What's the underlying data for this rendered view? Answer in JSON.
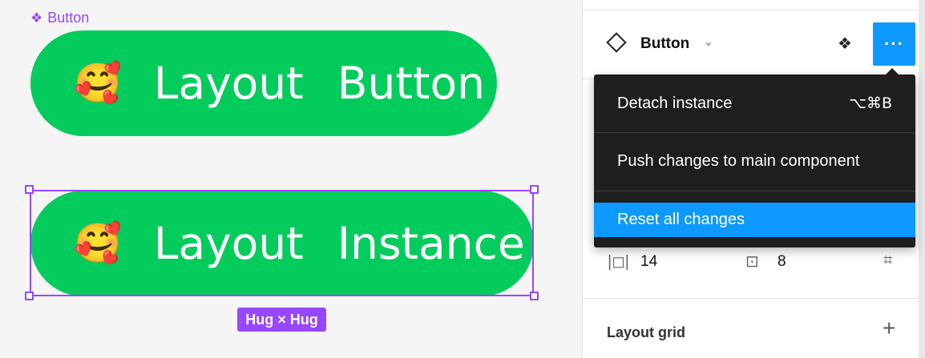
{
  "canvas": {
    "component_label": "Button",
    "button1": {
      "emoji": "🥰",
      "word1": "Layout",
      "word2": "Button"
    },
    "button2": {
      "emoji": "🥰",
      "word1": "Layout",
      "word2": "Instance"
    },
    "hug_label": "Hug × Hug"
  },
  "panel": {
    "component_name": "Button",
    "more_label": "···",
    "padding_horizontal": "14",
    "padding_vertical": "8",
    "layout_grid_label": "Layout grid",
    "layout_grid_add": "+"
  },
  "menu": {
    "items": [
      {
        "label": "Detach instance",
        "shortcut": "⌥⌘B"
      },
      {
        "label": "Push changes to main component",
        "shortcut": ""
      },
      {
        "label": "Reset all changes",
        "shortcut": ""
      }
    ]
  },
  "colors": {
    "button_green": "#04cc5c",
    "component_purple": "#9747ff",
    "accent_blue": "#0d99ff",
    "menu_bg": "#1e1e1e"
  }
}
